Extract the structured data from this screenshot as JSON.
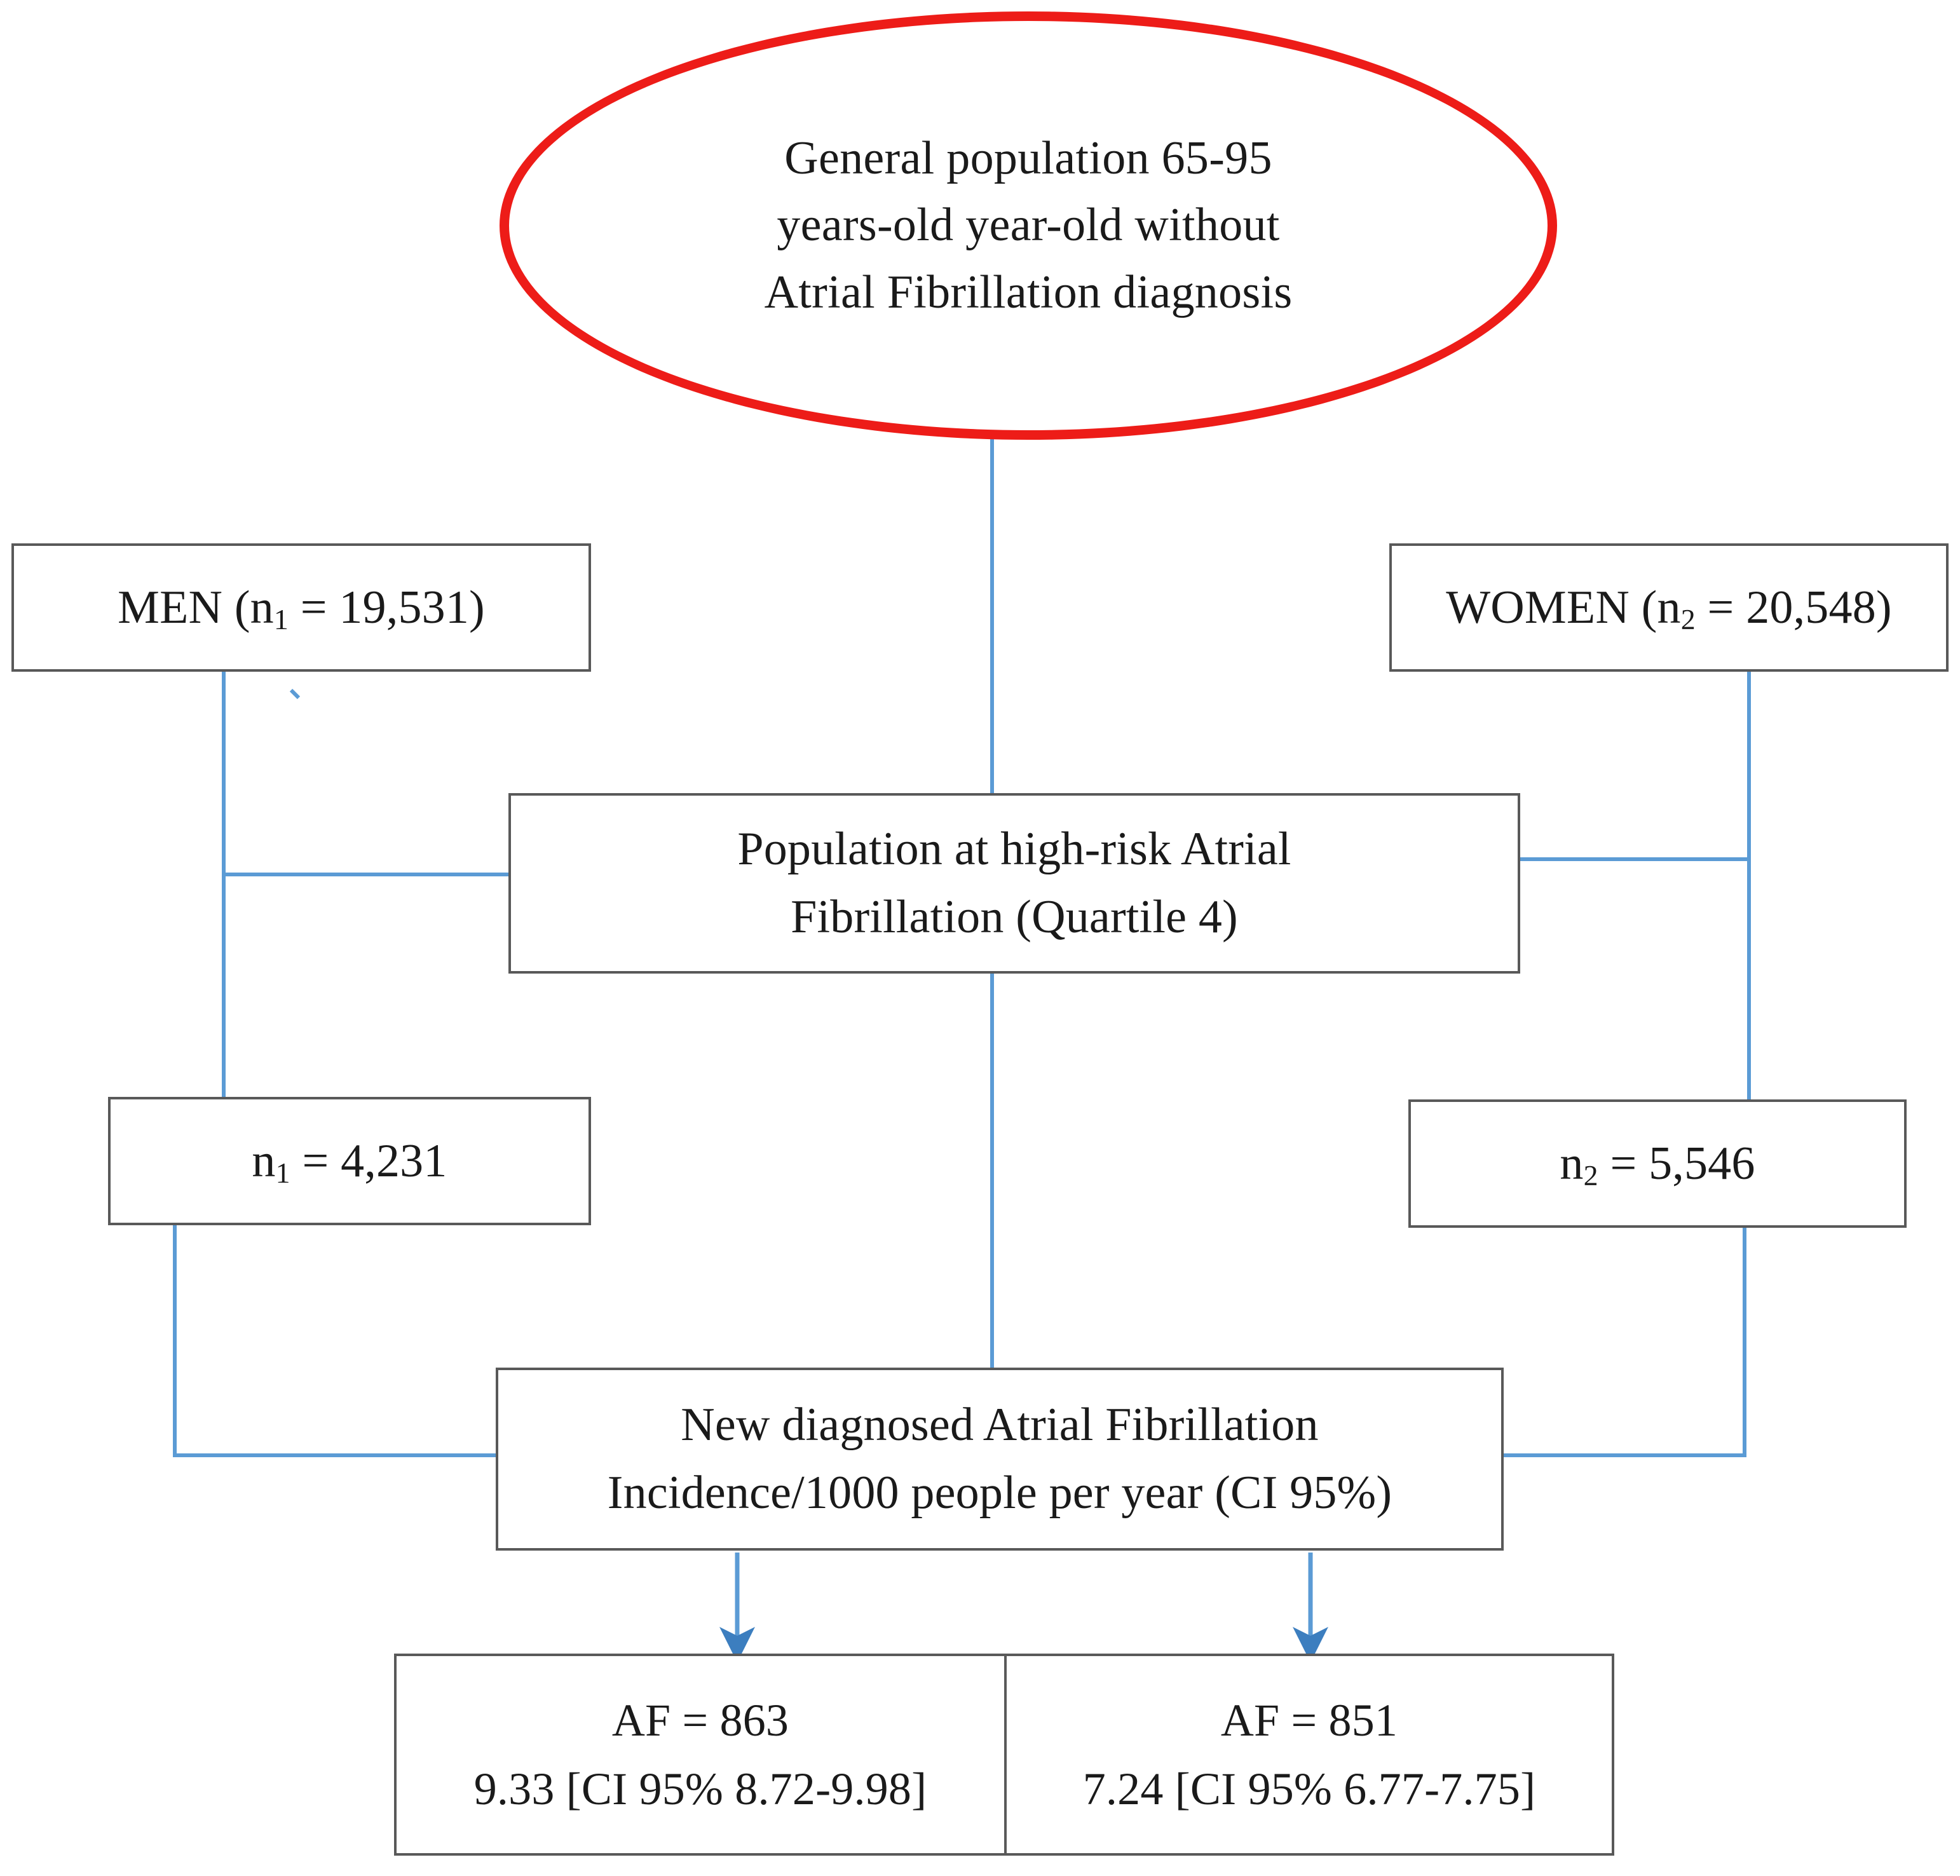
{
  "diagram": {
    "type": "flowchart",
    "colors": {
      "ellipse_border": "#ED1C18",
      "box_border": "#595959",
      "connector": "#5B9BD5",
      "text": "#1A1A1A",
      "background": "#FFFFFF"
    },
    "root": {
      "shape": "ellipse",
      "line1": "General population 65-95",
      "line2": "years-old year-old without",
      "line3": "Atrial Fibrillation diagnosis"
    },
    "nodes": {
      "men": {
        "label_prefix": "MEN (n",
        "label_sub": "1",
        "label_suffix": " = 19,531)",
        "value": 19531
      },
      "women": {
        "label_prefix": "WOMEN (n",
        "label_sub": "2",
        "label_suffix": " = 20,548)",
        "value": 20548
      },
      "high_risk": {
        "line1": "Population at high-risk Atrial",
        "line2": "Fibrillation (Quartile 4)"
      },
      "men_quartile4": {
        "label_prefix": "n",
        "label_sub": "1",
        "label_suffix": " = 4,231",
        "value": 4231
      },
      "women_quartile4": {
        "label_prefix": "n",
        "label_sub": "2",
        "label_suffix": " = 5,546",
        "value": 5546
      },
      "new_diagnosed": {
        "line1": "New diagnosed Atrial Fibrillation",
        "line2": "Incidence/1000 people per year (CI 95%)"
      },
      "result_men": {
        "line1": "AF = 863",
        "line2": "9.33 [CI 95% 8.72-9.98]",
        "af_count": 863,
        "incidence": 9.33,
        "ci_low": 8.72,
        "ci_high": 9.98
      },
      "result_women": {
        "line1": "AF = 851",
        "line2": "7.24 [CI 95% 6.77-7.75]",
        "af_count": 851,
        "incidence": 7.24,
        "ci_low": 6.77,
        "ci_high": 7.75
      }
    }
  }
}
